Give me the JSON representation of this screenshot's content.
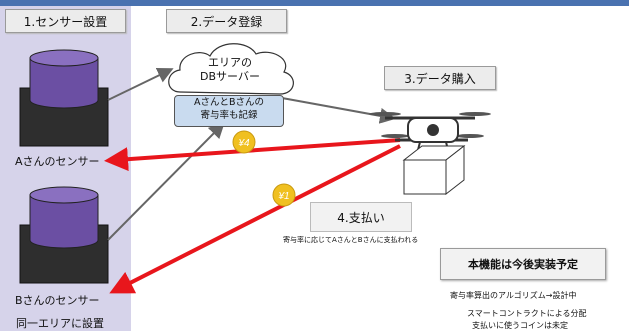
{
  "labels": {
    "step1": "1.センサー設置",
    "step2": "2.データ登録",
    "step3": "3.データ購入",
    "step4": "4.支払い",
    "cloud_line1": "エリアの",
    "cloud_line2": "DBサーバー",
    "record_line1": "AさんとBさんの",
    "record_line2": "寄与率も記録",
    "sensor_a": "Aさんのセンサー",
    "sensor_b": "Bさんのセンサー",
    "same_area": "同一エリアに設置",
    "pay_note": "寄与率に応じてAさんとBさんに支払われる",
    "coin_a": "¥4",
    "coin_b": "¥1",
    "feature_title": "本機能は今後実装予定",
    "feature_note1": "寄与率算出のアルゴリズム→設計中",
    "feature_note2": "スマートコントラクトによる分配",
    "feature_note3": "支払いに使うコインは未定"
  },
  "colors": {
    "arrow_red": "#e8161c",
    "sensor_top": "#6b4fa3",
    "sensor_base": "#2e2e2e",
    "panel": "#d6d3ea",
    "coin": "#f0c020"
  }
}
